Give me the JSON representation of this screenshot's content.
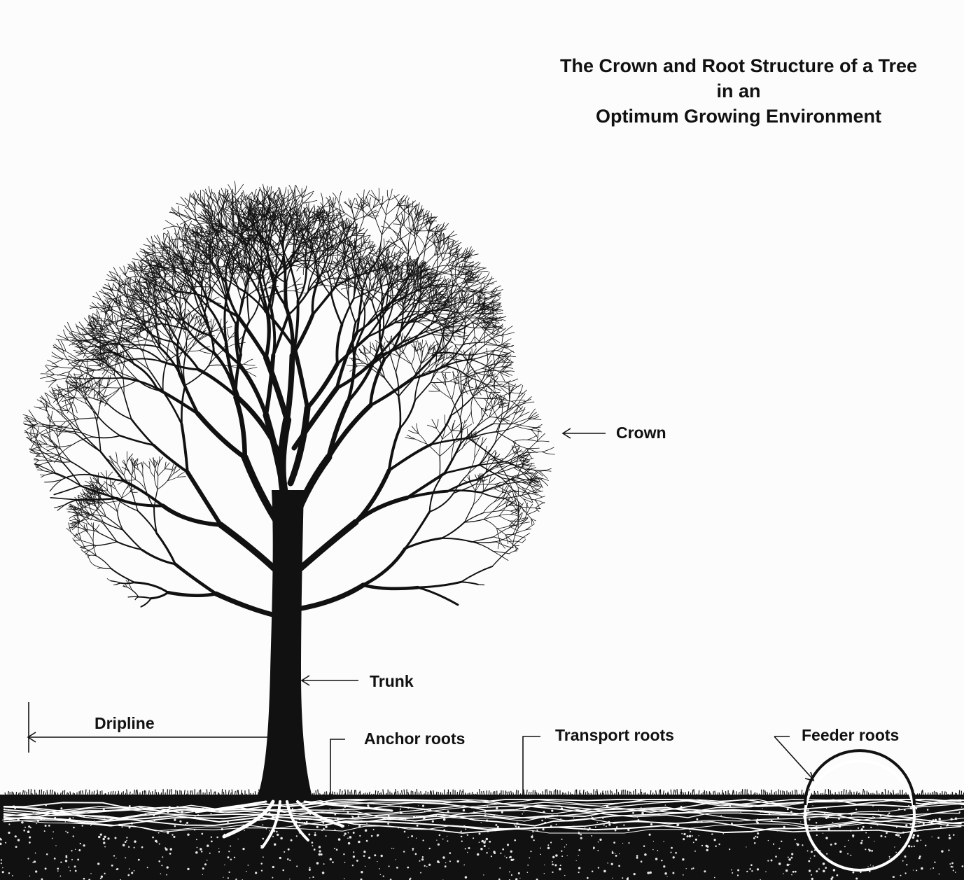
{
  "title": {
    "line1": "The Crown and Root Structure of a Tree",
    "line2": "in an",
    "line3": "Optimum Growing Environment"
  },
  "labels": {
    "crown": "Crown",
    "trunk": "Trunk",
    "dripline": "Dripline",
    "anchor_roots": "Anchor roots",
    "transport_roots": "Transport roots",
    "feeder_roots": "Feeder roots"
  },
  "colors": {
    "ink": "#111111",
    "paper": "#fcfcfc",
    "root_highlight": "#ffffff"
  }
}
